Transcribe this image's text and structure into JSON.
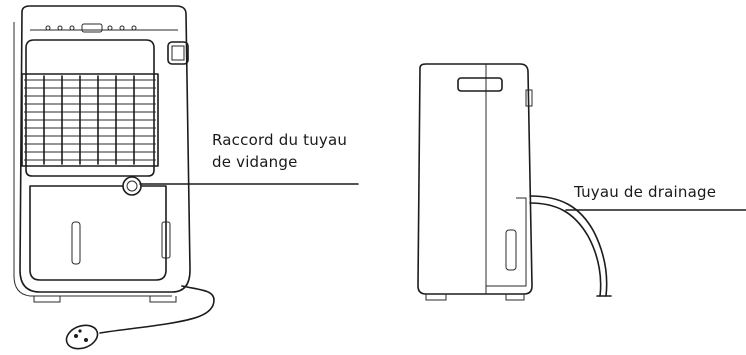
{
  "labels": {
    "drain_connector_line1": "Raccord du tuyau",
    "drain_connector_line2": "de vidange",
    "drain_hose": "Tuyau de drainage"
  },
  "icons": [
    "power-plug-icon"
  ],
  "colors": {
    "line": "#1c1c1c",
    "background": "#ffffff"
  }
}
